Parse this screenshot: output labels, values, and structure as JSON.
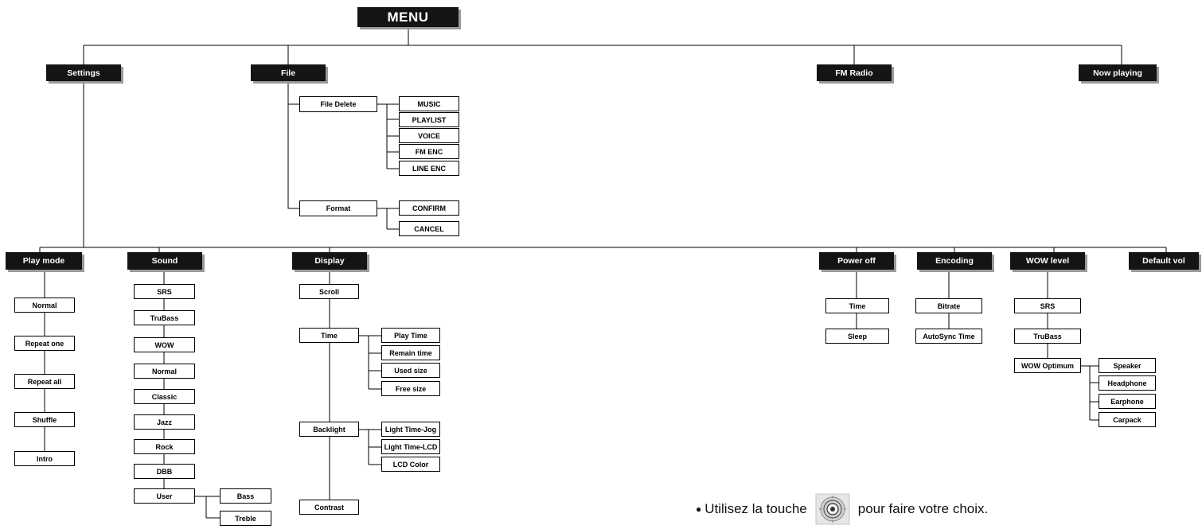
{
  "root": "MENU",
  "top_menus": {
    "settings": "Settings",
    "file": "File",
    "fm_radio": "FM Radio",
    "now_playing": "Now playing"
  },
  "file": {
    "file_delete": "File Delete",
    "file_delete_items": [
      "MUSIC",
      "PLAYLIST",
      "VOICE",
      "FM ENC",
      "LINE ENC"
    ],
    "format": "Format",
    "format_items": [
      "CONFIRM",
      "CANCEL"
    ]
  },
  "settings": {
    "play_mode": {
      "label": "Play mode",
      "items": [
        "Normal",
        "Repeat one",
        "Repeat all",
        "Shuffle",
        "Intro"
      ]
    },
    "sound": {
      "label": "Sound",
      "items": [
        "SRS",
        "TruBass",
        "WOW",
        "Normal",
        "Classic",
        "Jazz",
        "Rock",
        "DBB",
        "User"
      ],
      "user_items": [
        "Bass",
        "Treble"
      ]
    },
    "display": {
      "label": "Display",
      "scroll": "Scroll",
      "time": "Time",
      "time_items": [
        "Play Time",
        "Remain time",
        "Used size",
        "Free size"
      ],
      "backlight": "Backlight",
      "backlight_items": [
        "Light Time-Jog",
        "Light Time-LCD",
        "LCD Color"
      ],
      "contrast": "Contrast"
    },
    "power_off": {
      "label": "Power off",
      "items": [
        "Time",
        "Sleep"
      ]
    },
    "encoding": {
      "label": "Encoding",
      "items": [
        "Bitrate",
        "AutoSync Time"
      ]
    },
    "wow_level": {
      "label": "WOW level",
      "items": [
        "SRS",
        "TruBass",
        "WOW Optimum"
      ],
      "optimum_items": [
        "Speaker",
        "Headphone",
        "Earphone",
        "Carpack"
      ]
    },
    "default_vol": {
      "label": "Default vol"
    }
  },
  "note": {
    "bullet": "●",
    "before": "Utilisez la touche",
    "icon": "jog-dial-icon",
    "after": "pour faire votre choix."
  },
  "colors": {
    "block_fill": "#141414",
    "block_shadow": "#9a9a9a",
    "line": "#000000",
    "text_light": "#ffffff"
  }
}
